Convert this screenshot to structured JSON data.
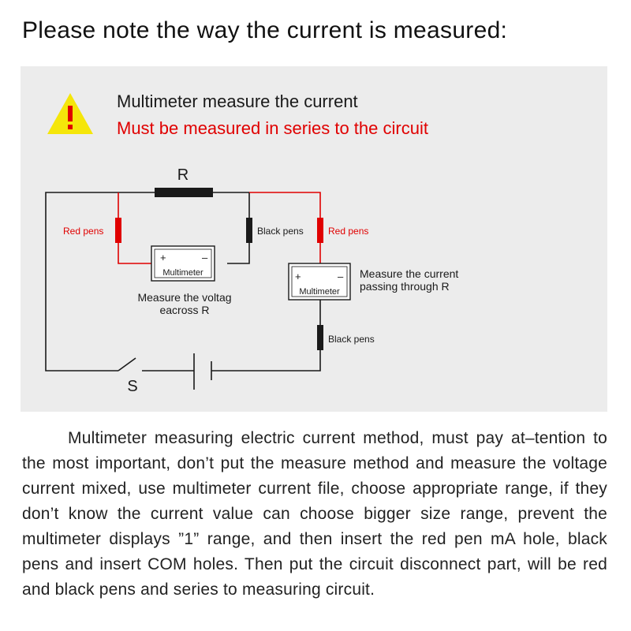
{
  "heading": "Please note the way the current is measured:",
  "warning": {
    "icon": "warning-triangle-icon",
    "title": "Multimeter measure the current",
    "subtitle": "Must be measured in series to the circuit",
    "subtitle_color": "#e00000",
    "icon_color": "#f5e60a"
  },
  "circuit": {
    "resistor_label": "R",
    "switch_label": "S",
    "voltage_setup": {
      "red_pen_label": "Red pens",
      "black_pen_label": "Black pens",
      "meter_plus": "+",
      "meter_minus": "–",
      "meter_label": "Multimeter",
      "caption_line1": "Measure the voltag",
      "caption_line2": "eacross R"
    },
    "current_setup": {
      "red_pen_label": "Red pens",
      "black_pen_label": "Black pens",
      "meter_plus": "+",
      "meter_minus": "–",
      "meter_label": "Multimeter",
      "caption_line1": "Measure the current",
      "caption_line2": "passing through R"
    },
    "colors": {
      "wire": "#1a1a1a",
      "red_wire": "#e00000"
    }
  },
  "paragraph": "Multimeter measuring electric current method, must pay at–tention to the most important, don’t put the measure method and measure the voltage current mixed, use multimeter current file, choose appropriate range, if they don’t know the current value can choose bigger size range, prevent the multimeter displays ”1” range, and then insert the red pen mA hole, black pens and insert COM holes. Then put the circuit disconnect part, will be red and black pens and series to measuring circuit."
}
